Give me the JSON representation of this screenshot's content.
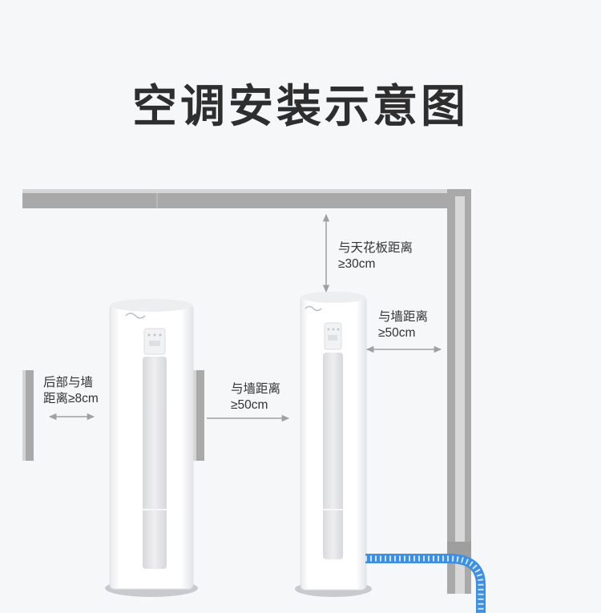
{
  "title": "空调安装示意图",
  "labels": {
    "rear_wall": {
      "line1": "后部与墙",
      "line2": "距离≥8cm"
    },
    "side_wall_middle": {
      "line1": "与墙距离",
      "line2": "≥50cm"
    },
    "ceiling": {
      "line1": "与天花板距离",
      "line2": "≥30cm"
    },
    "side_wall_right": {
      "line1": "与墙距离",
      "line2": "≥50cm"
    }
  },
  "colors": {
    "wall": "#a9a9a9",
    "wall_inner": "#d9d9d9",
    "unit_body": "#ffffff",
    "unit_panel": "#e6e7ea",
    "arrow": "#a0a0a0",
    "drain_pipe": "#3d8fe0"
  },
  "icons": {
    "brand_logo": "brand-logo-icon",
    "control_buttons": "control-buttons-icon"
  }
}
